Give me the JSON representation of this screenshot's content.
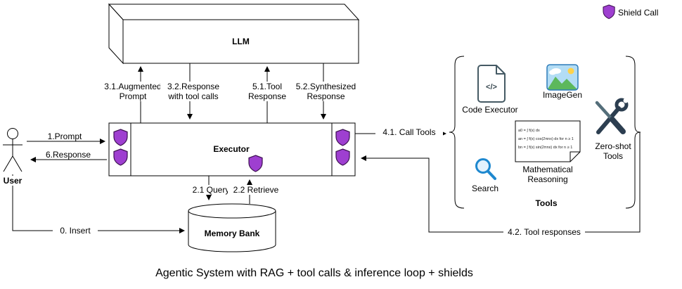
{
  "title": "Agentic System with RAG + tool calls & inference loop + shields",
  "legend": {
    "shield_label": "Shield Call"
  },
  "colors": {
    "shield_fill": "#9e3fd0",
    "shield_stroke": "#3c1050",
    "search_blue": "#1e88cf",
    "imagegen_sky": "#b3ddf5",
    "imagegen_hill": "#5cb85c",
    "imagegen_sun": "#ffd24a",
    "line": "#000000"
  },
  "nodes": {
    "user": {
      "label": "User"
    },
    "llm": {
      "label": "LLM"
    },
    "executor": {
      "label": "Executor"
    },
    "memory_bank": {
      "label": "Memory Bank"
    }
  },
  "edges": {
    "insert": {
      "label": "0. Insert"
    },
    "prompt": {
      "label": "1.Prompt"
    },
    "query": {
      "label": "2.1 Query"
    },
    "retrieve": {
      "label": "2.2 Retrieve"
    },
    "augmented_prompt": {
      "line1": "3.1.Augmented",
      "line2": "Prompt"
    },
    "response_tool_calls": {
      "line1": "3.2.Response",
      "line2": "with tool calls"
    },
    "call_tools": {
      "label": "4.1. Call Tools"
    },
    "tool_responses": {
      "label": "4.2. Tool responses"
    },
    "tool_response": {
      "line1": "5.1.Tool",
      "line2": "Response"
    },
    "synthesized_response": {
      "line1": "5.2.Synthesized",
      "line2": "Response"
    },
    "response": {
      "label": "6.Response"
    }
  },
  "tools": {
    "group_label": "Tools",
    "code_executor": {
      "label": "Code Executor",
      "icon_text": "</>"
    },
    "imagegen": {
      "label": "ImageGen"
    },
    "search": {
      "label": "Search"
    },
    "math_reasoning": {
      "line1": "Mathematical",
      "line2": "Reasoning",
      "formulas": [
        "a0 = ∫ f(x) dx",
        "an = ∫ f(x) cos(2πnx) dx    for n ≥ 1",
        "bn = ∫ f(x) sin(2πnx) dx    for n ≥ 1"
      ]
    },
    "zero_shot": {
      "line1": "Zero-shot",
      "line2": "Tools"
    }
  }
}
